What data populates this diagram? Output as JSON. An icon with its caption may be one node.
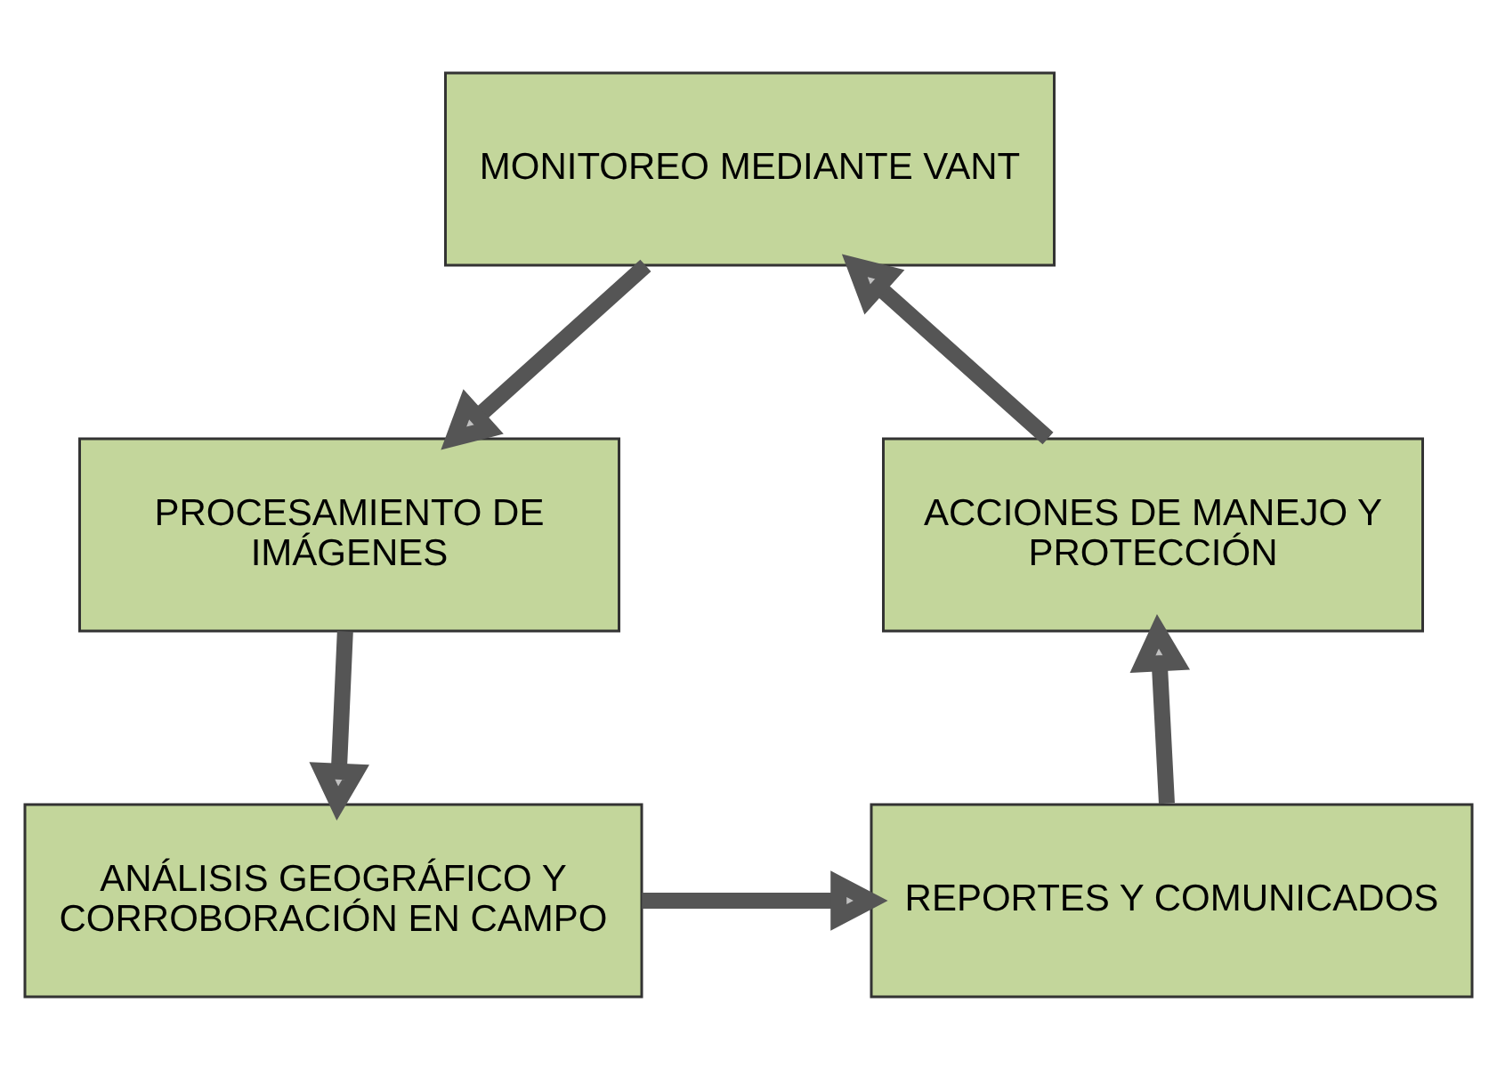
{
  "diagram": {
    "nodes": [
      {
        "text": [
          "MONITOREO MEDIANTE VANT"
        ]
      },
      {
        "text": [
          "PROCESAMIENTO DE IMÁGENES"
        ]
      },
      {
        "text": [
          "ANÁLISIS GEOGRÁFICO Y CORROBORACIÓN EN CAMPO"
        ]
      },
      {
        "text": [
          "REPORTES Y COMUNICADOS"
        ]
      },
      {
        "text": [
          "ACCIONES DE MANEJO Y PROTECCIÓN"
        ]
      }
    ],
    "edges": [
      {
        "from": 0,
        "to": 1,
        "arrow": "to"
      },
      {
        "from": 1,
        "to": 2,
        "arrow": "to"
      },
      {
        "from": 2,
        "to": 3,
        "arrow": "to"
      },
      {
        "from": 3,
        "to": 4,
        "arrow": "to"
      },
      {
        "from": 4,
        "to": 0,
        "arrow": "to"
      }
    ]
  }
}
